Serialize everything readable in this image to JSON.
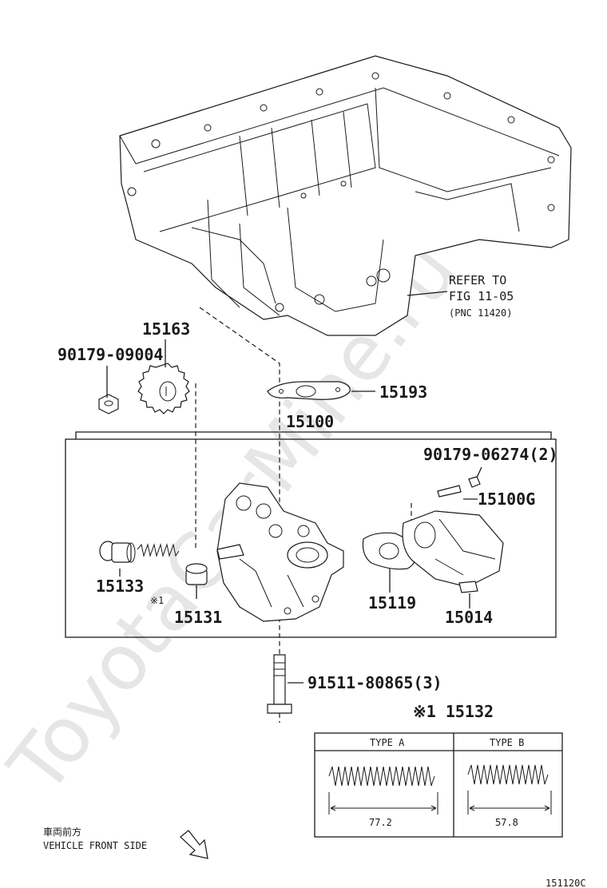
{
  "watermark": "ToyotaCarMine.ru",
  "refer_note": {
    "line1": "REFER TO",
    "line2": "FIG 11-05",
    "line3": "(PNC 11420)"
  },
  "labels": {
    "sprocket": "15163",
    "nut": "90179-09004",
    "gasket": "15193",
    "pump_assy": "15100",
    "pump_bolts": "90179-06274(2)",
    "stud": "15100G",
    "plug": "15133",
    "note_marker": "※1",
    "valve": "15131",
    "strainer_gasket": "15119",
    "strainer": "15014",
    "bolt": "91511-80865(3)",
    "spring": "※1 15132"
  },
  "spring_table": {
    "type_a": {
      "header": "TYPE A",
      "length": "77.2"
    },
    "type_b": {
      "header": "TYPE B",
      "length": "57.8"
    }
  },
  "front_side": {
    "jp": "車両前方",
    "en": "VEHICLE FRONT SIDE"
  },
  "illustration_id": "151120C"
}
